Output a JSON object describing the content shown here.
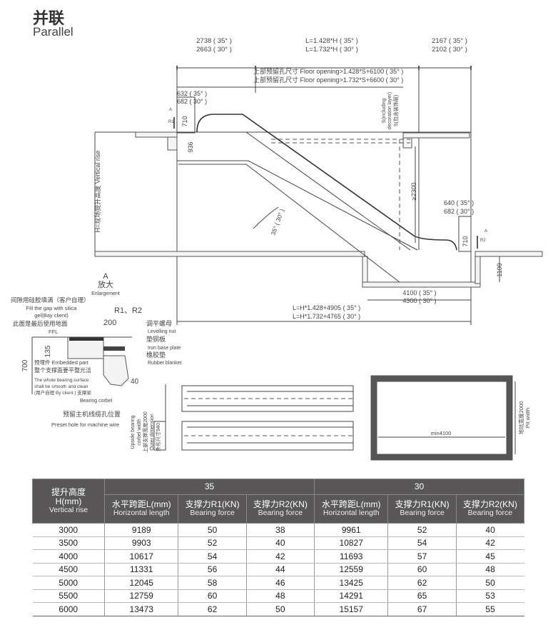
{
  "header": {
    "title_cn": "并联",
    "title_en": "Parallel"
  },
  "diagram": {
    "dim_left": [
      "2738 ( 35° )",
      "2663 ( 30° )"
    ],
    "dim_mid": [
      "L=1.428*H ( 35° )",
      "L=1.732*H ( 30° )"
    ],
    "dim_right": [
      "2167 ( 35° )",
      "2102 ( 30° )"
    ],
    "floor_opening": [
      "上部预留孔尺寸 Floor opening>1.428*S+6100 ( 35° )",
      "上部预留孔尺寸 Floor opening>1.732*S+6600 ( 30° )"
    ],
    "upper_landing": [
      "632 ( 35° )",
      "682 ( 30° )"
    ],
    "lower_landing": [
      "640 ( 35° )",
      "682 ( 30° )"
    ],
    "h710": "710",
    "h936": "936",
    "h2300": "≥2300",
    "h1100": "1100",
    "s_label": [
      "S(including",
      "decoration layer)",
      "S(包含装饰层)"
    ],
    "vertical_rise": "H=现场提升高度 Vertical rise",
    "angle": "35° ( 30° )",
    "pit_len": [
      "4100 ( 35° )",
      "4300 ( 30° )"
    ],
    "total_len": [
      "L=H*1.428+4905 ( 35° )",
      "L=H*1.732+4765 ( 30° )"
    ],
    "mark_a": "A",
    "mark_r1": "R1",
    "mark_r2": "R2"
  },
  "detail": {
    "mark": "A",
    "title_cn": "放大",
    "title_en": "Enlargement",
    "fill_gap_cn": "间隙用硅胶填满（客户自理）",
    "fill_gap_en": [
      "Fill the gap with silica",
      "gel(Bay client)"
    ],
    "ffl_cn": "此面是最后使用地面",
    "ffl_en": "FFL",
    "r1r2": "R1、R2",
    "w200": "200",
    "h135": "135",
    "h700": "700",
    "w40": "40",
    "levelling_cn": "调平螺母",
    "levelling_en": "Levelling nut",
    "plate_cn": "垫铜板",
    "plate_en": "Iron base plate",
    "rubber_cn": "橡胶垫",
    "rubber_en": "Rubber blanket",
    "embedded": "预埋件 Embedded part",
    "smooth_cn": "整个支撑面要平整光洁",
    "smooth_en": [
      "The whole bearing surface",
      "shall be smooth and clean",
      "(用户自理 By client ) 支撑梁"
    ],
    "corbel_en": "Bearing corbel",
    "hole_cn": "预留主机线缆孔位置",
    "hole_en": "Preset hole for machine wire"
  },
  "plan": {
    "upside": [
      "Upside bearing",
      "corbel width",
      "上部支撑宽度2000"
    ],
    "outer": [
      "Outer dimension",
      "外形尺寸940"
    ],
    "min_len": "min4100",
    "pit_width": [
      "地坑宽度2000",
      "Pit width"
    ]
  },
  "table": {
    "rise_header": [
      "提升高度",
      "H(mm)",
      "Vertical rise"
    ],
    "groups": [
      "35",
      "30"
    ],
    "sub_headers": [
      {
        "cn": "水平跨距L(mm)",
        "en": "Horizontal length"
      },
      {
        "cn": "支撑力R1(KN)",
        "en": "Bearing force"
      },
      {
        "cn": "支撑力R2(KN)",
        "en": "Bearing force"
      },
      {
        "cn": "水平跨距L(mm)",
        "en": "Horizontal length"
      },
      {
        "cn": "支撑力R1(KN)",
        "en": "Bearing force"
      },
      {
        "cn": "支撑力R2(KN)",
        "en": "Bearing force"
      }
    ],
    "rows": [
      [
        "3000",
        "9189",
        "50",
        "38",
        "9961",
        "52",
        "40"
      ],
      [
        "3500",
        "9903",
        "52",
        "40",
        "10827",
        "54",
        "42"
      ],
      [
        "4000",
        "10617",
        "54",
        "42",
        "11693",
        "57",
        "45"
      ],
      [
        "4500",
        "11331",
        "56",
        "44",
        "12559",
        "60",
        "48"
      ],
      [
        "5000",
        "12045",
        "58",
        "46",
        "13425",
        "62",
        "50"
      ],
      [
        "5500",
        "12759",
        "60",
        "48",
        "14291",
        "65",
        "53"
      ],
      [
        "6000",
        "13473",
        "62",
        "50",
        "15157",
        "67",
        "55"
      ]
    ]
  }
}
